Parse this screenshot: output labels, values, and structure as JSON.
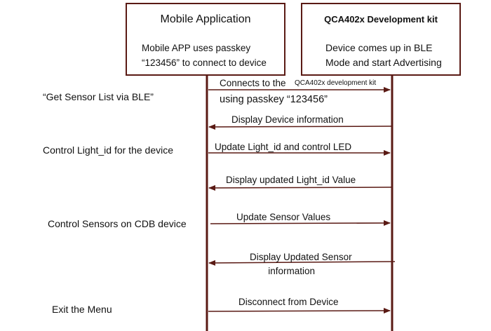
{
  "participants": {
    "app": {
      "title": "Mobile Application",
      "text": "Mobile APP uses passkey\n“123456” to connect to device"
    },
    "kit": {
      "title": "QCA402x Development kit",
      "text": "Device comes up in BLE\nMode and start Advertising"
    }
  },
  "steps": [
    {
      "label": "“Get Sensor List via BLE”"
    },
    {
      "label": "Control Light_id for the device"
    },
    {
      "label": "Control Sensors on CDB device"
    },
    {
      "label": "Exit the Menu"
    }
  ],
  "messages": [
    {
      "direction": "to-kit",
      "text": "Connects to the",
      "text_small": "QCA402x development kit",
      "text2": "using passkey “123456”"
    },
    {
      "direction": "to-app",
      "text": "Display Device information"
    },
    {
      "direction": "to-kit",
      "text": "Update Light_id and control LED"
    },
    {
      "direction": "to-app",
      "text": "Display updated Light_id Value"
    },
    {
      "direction": "to-kit",
      "text": "Update Sensor Values"
    },
    {
      "direction": "to-app",
      "text": "Display Updated Sensor\n       information"
    },
    {
      "direction": "to-kit",
      "text": "Disconnect from Device"
    }
  ],
  "colors": {
    "lifeline": "#5a1a14",
    "arrow": "#5a1a14"
  }
}
